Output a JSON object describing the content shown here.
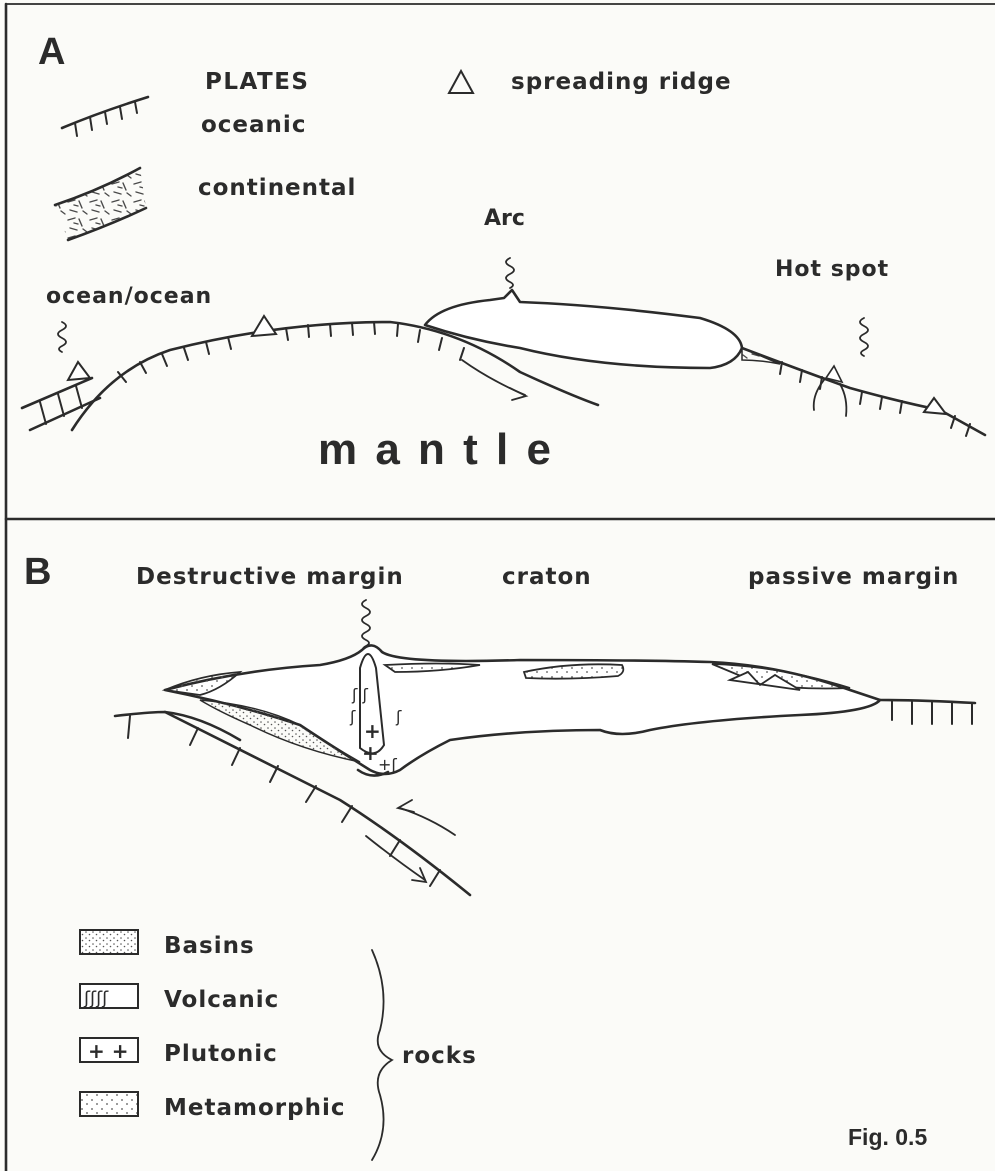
{
  "panel_a": {
    "letter": "A",
    "legend": {
      "plates_heading": "PLATES",
      "spreading_ridge": "spreading ridge",
      "oceanic": "oceanic",
      "continental": "continental"
    },
    "labels": {
      "arc": "Arc",
      "hot_spot": "Hot spot",
      "ocean_ocean": "ocean/ocean",
      "mantle": "m a n t l e"
    }
  },
  "panel_b": {
    "letter": "B",
    "labels": {
      "destructive_margin": "Destructive margin",
      "craton": "craton",
      "passive_margin": "passive margin"
    },
    "legend": {
      "basins": "Basins",
      "volcanic": "Volcanic",
      "plutonic": "Plutonic",
      "metamorphic": "Metamorphic",
      "rocks": "rocks"
    }
  },
  "figure_label": "Fig. 0.5"
}
